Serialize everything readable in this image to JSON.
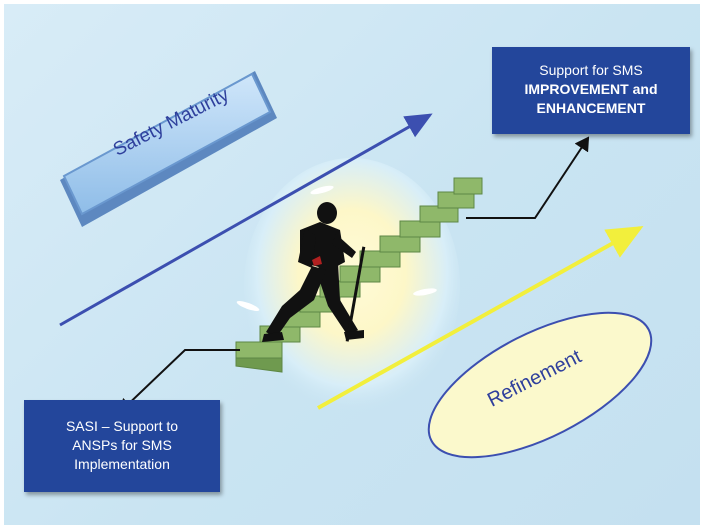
{
  "labels": {
    "maturity": "Safety Maturity",
    "refinement": "Refinement"
  },
  "top_box": {
    "line1": "Support for SMS",
    "line2": "IMPROVEMENT and",
    "line3": "ENHANCEMENT"
  },
  "bottom_box": {
    "line1": "SASI – Support to",
    "line2": "ANSPs for SMS",
    "line3": "Implementation"
  },
  "colors": {
    "box_fill": "#23469b",
    "arrow_blue": "#3c4fb0",
    "arrow_yellow": "#f2ef3c",
    "label_text": "#2e3f9c",
    "stair_green": "#8fb86a"
  },
  "icons": [
    "climber-figure",
    "money-staircase"
  ]
}
